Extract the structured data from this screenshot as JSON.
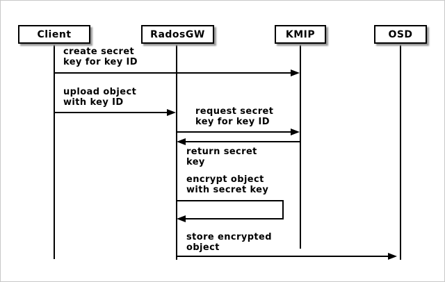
{
  "diagram_type": "sequence",
  "participants": {
    "client": {
      "label": "Client"
    },
    "radosgw": {
      "label": "RadosGW"
    },
    "kmip": {
      "label": "KMIP"
    },
    "osd": {
      "label": "OSD"
    }
  },
  "messages": {
    "create_key": {
      "line1": "create secret",
      "line2": "key for key ID",
      "from": "Client",
      "to": "KMIP",
      "direction": "right"
    },
    "upload_object": {
      "line1": "upload object",
      "line2": "with key ID",
      "from": "Client",
      "to": "RadosGW",
      "direction": "right"
    },
    "request_key": {
      "line1": "request secret",
      "line2": "key for key ID",
      "from": "RadosGW",
      "to": "KMIP",
      "direction": "right"
    },
    "return_key": {
      "line1": "return secret",
      "line2": "key",
      "from": "KMIP",
      "to": "RadosGW",
      "direction": "left"
    },
    "encrypt_object": {
      "line1": "encrypt object",
      "line2": "with secret key",
      "from": "RadosGW",
      "to": "RadosGW",
      "direction": "self"
    },
    "store_object": {
      "line1": "store encrypted",
      "line2": "object",
      "from": "RadosGW",
      "to": "OSD",
      "direction": "right"
    }
  },
  "colors": {
    "line": "#000000",
    "text": "#000000",
    "box_fill": "#ffffff",
    "box_border": "#000000",
    "box_shadow": "#999999",
    "background": "#ffffff",
    "page_border": "#c8c8c8"
  }
}
